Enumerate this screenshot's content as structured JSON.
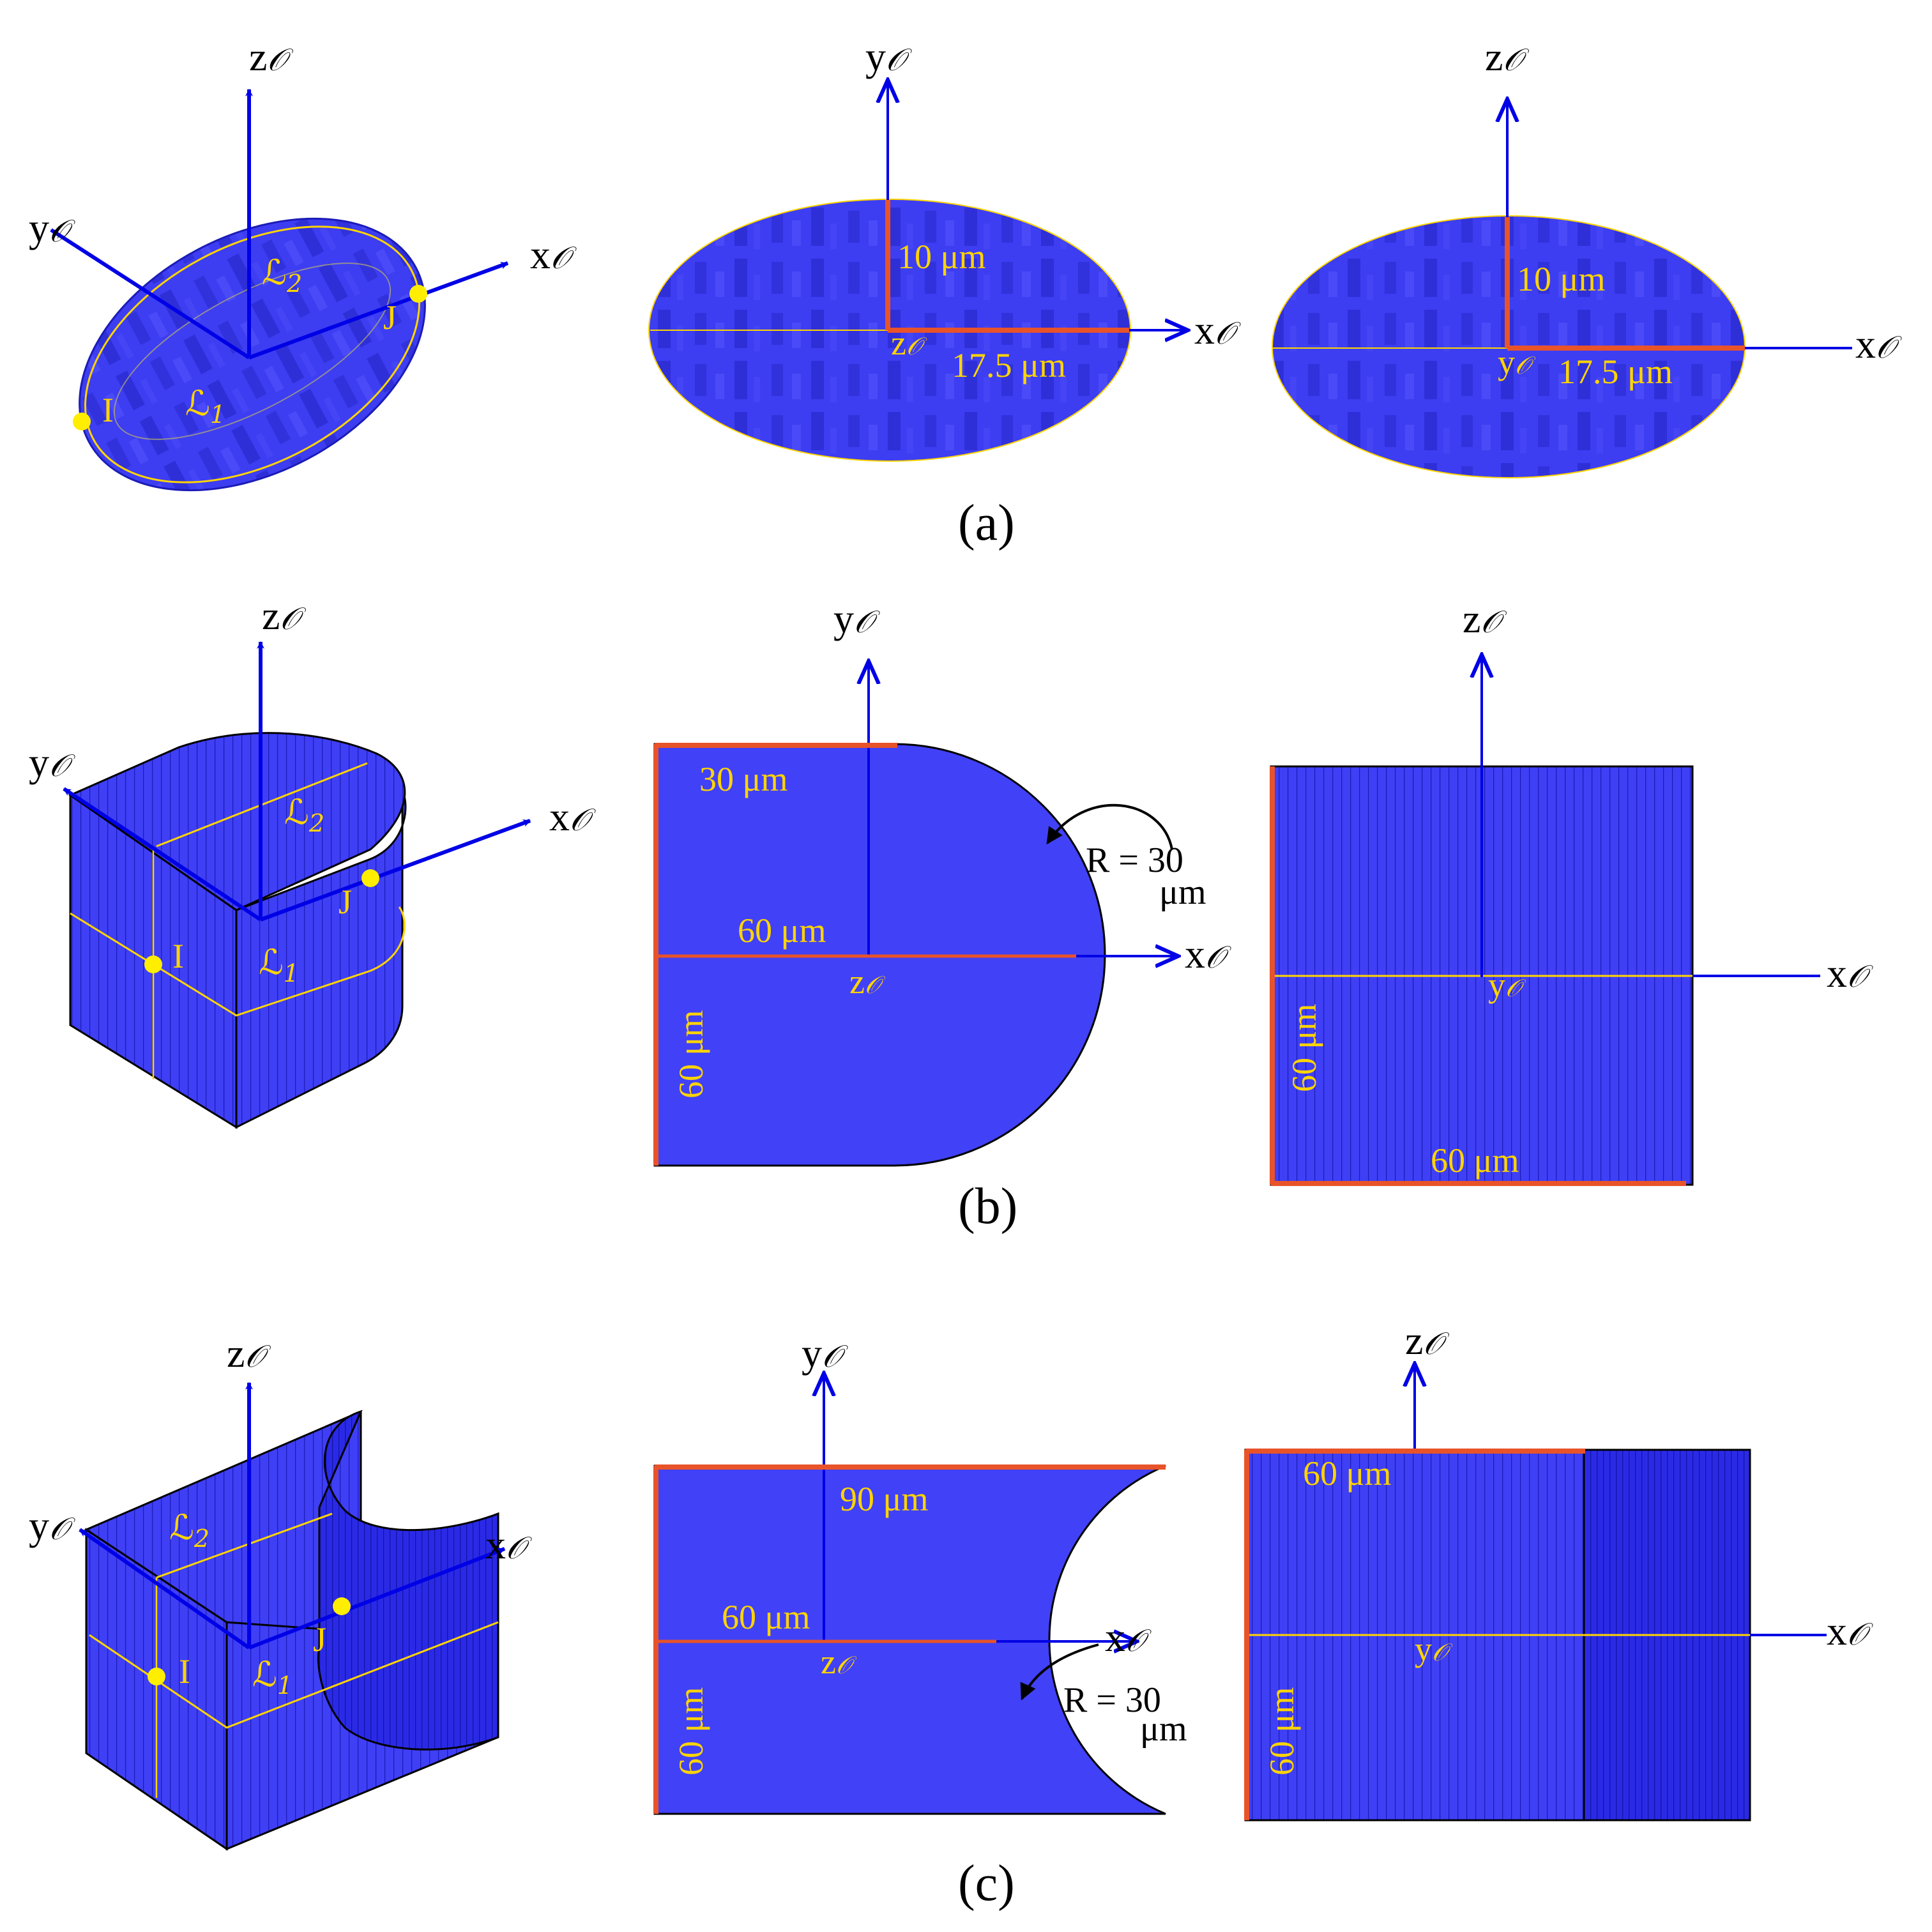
{
  "axes": {
    "x": "x",
    "y": "y",
    "z": "z",
    "frame": "𝒪"
  },
  "points": {
    "i": "I",
    "j": "J"
  },
  "lines": {
    "l": "ℒ",
    "sub1": "1",
    "sub2": "2"
  },
  "captions": {
    "a": "(a)",
    "b": "(b)",
    "c": "(c)"
  },
  "dims": {
    "a_short": "10 μm",
    "a_long": "17.5 μm",
    "b_top": "30 μm",
    "b_mid": "60 μm",
    "b_side": "60 μm",
    "b_bottom": "60 μm",
    "c_top": "90 μm",
    "c_mid": "60 μm",
    "c_side": "60 μm",
    "c_topright": "60 μm",
    "c_sideright": "60 μm"
  },
  "radius": {
    "line1": "R = 30",
    "line2": "μm"
  },
  "colors": {
    "solid": "#3f3ff5",
    "axis": "#0000e6",
    "dimension": "#e8532a",
    "label": "#ffd400"
  }
}
